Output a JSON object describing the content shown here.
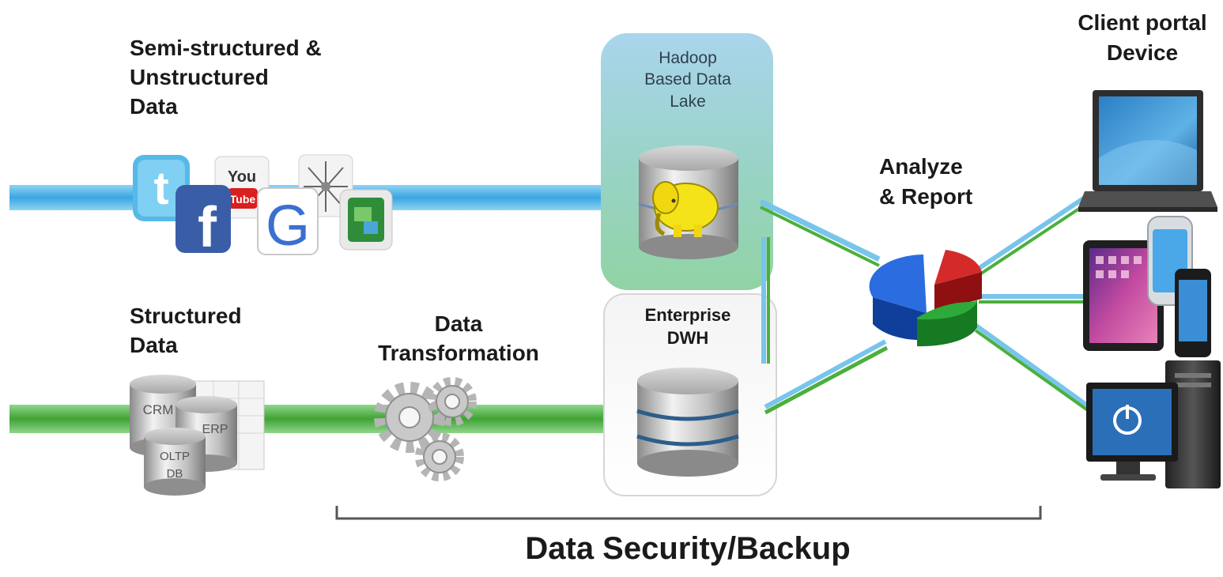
{
  "labels": {
    "semi_structured": [
      "Semi-structured &",
      "Unstructured",
      "Data"
    ],
    "structured": [
      "Structured",
      "Data"
    ],
    "transformation": [
      "Data",
      "Transformation"
    ],
    "hadoop": [
      "Hadoop",
      "Based Data",
      "Lake"
    ],
    "enterprise": [
      "Enterprise",
      "DWH"
    ],
    "analyze": [
      "Analyze",
      "& Report"
    ],
    "client": [
      "Client portal",
      "Device"
    ],
    "security": "Data Security/Backup"
  },
  "db_labels": {
    "crm": "CRM",
    "erp": "ERP",
    "oltp": "OLTP",
    "db": "DB"
  },
  "social_icons": {
    "twitter": "t",
    "facebook": "f",
    "youtube_you": "You",
    "youtube_tube": "Tube",
    "google": "G"
  },
  "colors": {
    "blue_line": "#5ab4e6",
    "green_line": "#4caf3c",
    "hadoop_box_top": "#9fd0e8",
    "hadoop_box_bottom": "#8fd0a8",
    "pie_blue": "#1e5fd0",
    "pie_red": "#c42020",
    "pie_green": "#2fa83a"
  },
  "icons": [
    "twitter-icon",
    "facebook-icon",
    "youtube-icon",
    "google-icon",
    "network-icon",
    "map-icon",
    "database-icon",
    "hadoop-elephant-icon",
    "gears-icon",
    "pie-chart-icon",
    "laptop-icon",
    "tablet-icon",
    "phone-icon",
    "desktop-icon"
  ]
}
